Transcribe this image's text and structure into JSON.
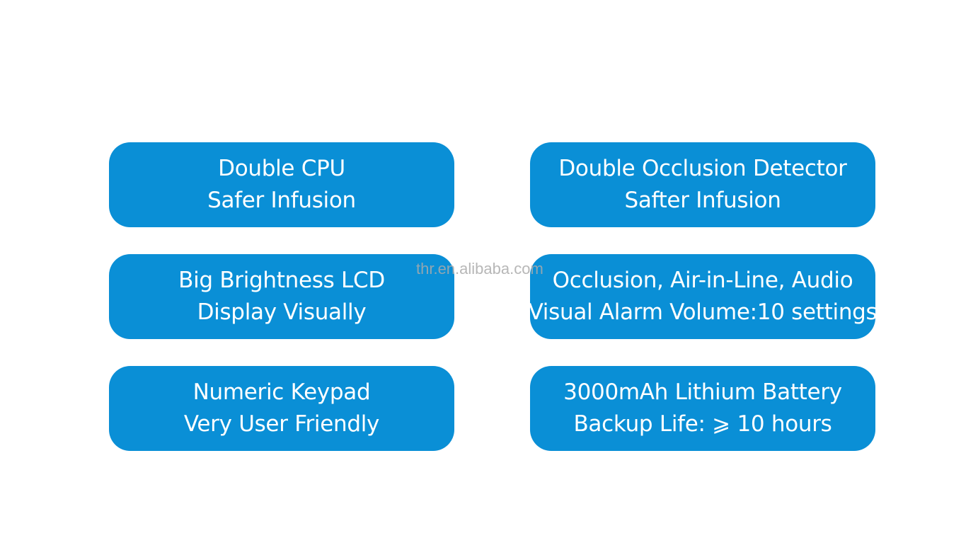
{
  "features": [
    {
      "line1": "Double CPU",
      "line2": "Safer Infusion"
    },
    {
      "line1": "Double Occlusion Detector",
      "line2": "Safter Infusion"
    },
    {
      "line1": "Big Brightness LCD",
      "line2": "Display Visually"
    },
    {
      "line1": "Occlusion, Air-in-Line, Audio",
      "line2": "Visual Alarm Volume:10 settings"
    },
    {
      "line1": "Numeric Keypad",
      "line2": "Very User Friendly"
    },
    {
      "line1": "3000mAh Lithium Battery",
      "line2": "Backup Life: ⩾ 10 hours"
    }
  ],
  "watermark": "thr.en.alibaba.com",
  "colors": {
    "card_background": "#0a8fd6",
    "card_text": "#ffffff",
    "page_background": "#ffffff"
  }
}
